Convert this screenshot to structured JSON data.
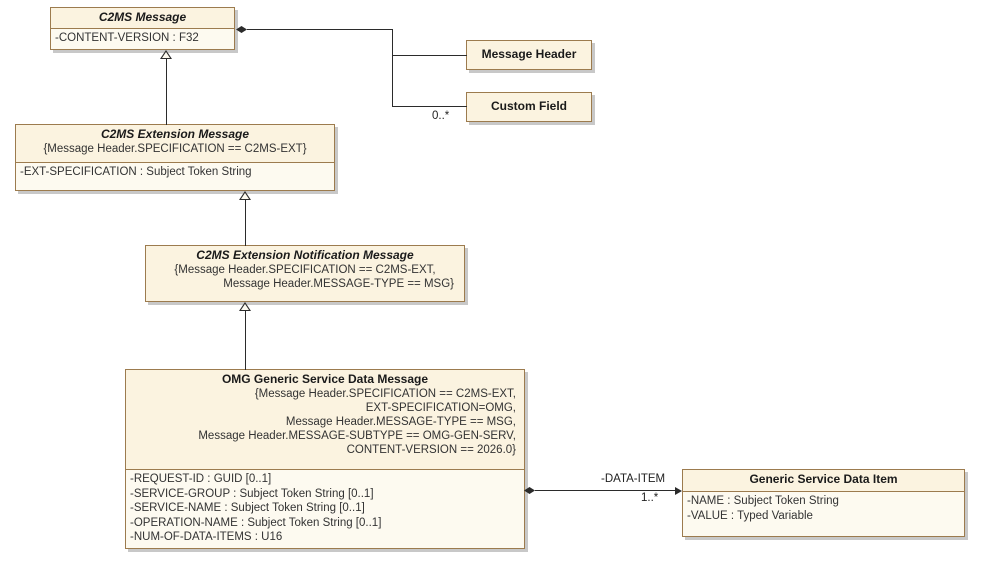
{
  "diagram": {
    "type": "uml-class-diagram",
    "title": "OMG Generic Service Data Message class diagram",
    "colors": {
      "class_border": "#9c7b4e",
      "class_header_fill": "#fbf3e0",
      "class_body_fill": "#fdfaf0",
      "shadow": "#c8c8c8",
      "connector": "#2b2b2b",
      "text": "#333333",
      "canvas": "#ffffff"
    }
  },
  "classes": {
    "c2ms_message": {
      "name": "C2MS Message",
      "abstract": true,
      "attributes": [
        "-CONTENT-VERSION : F32"
      ]
    },
    "message_header": {
      "name": "Message Header",
      "abstract": false,
      "attributes": []
    },
    "custom_field": {
      "name": "Custom Field",
      "abstract": false,
      "attributes": []
    },
    "c2ms_extension_message": {
      "name": "C2MS Extension Message",
      "abstract": true,
      "constraints": [
        "{Message Header.SPECIFICATION == C2MS-EXT}"
      ],
      "attributes": [
        "-EXT-SPECIFICATION : Subject Token String"
      ]
    },
    "c2ms_extension_notification_message": {
      "name": "C2MS Extension Notification Message",
      "abstract": true,
      "constraints": [
        "{Message Header.SPECIFICATION == C2MS-EXT,",
        "Message Header.MESSAGE-TYPE == MSG}"
      ],
      "attributes": []
    },
    "omg_generic_service_data_message": {
      "name": "OMG Generic Service Data Message",
      "abstract": false,
      "constraints": [
        "{Message Header.SPECIFICATION == C2MS-EXT,",
        "EXT-SPECIFICATION=OMG,",
        "Message Header.MESSAGE-TYPE == MSG,",
        "Message Header.MESSAGE-SUBTYPE == OMG-GEN-SERV,",
        "CONTENT-VERSION == 2026.0}"
      ],
      "attributes": [
        "-REQUEST-ID : GUID [0..1]",
        "-SERVICE-GROUP : Subject Token String [0..1]",
        "-SERVICE-NAME : Subject Token String [0..1]",
        "-OPERATION-NAME : Subject Token String [0..1]",
        "-NUM-OF-DATA-ITEMS : U16"
      ]
    },
    "generic_service_data_item": {
      "name": "Generic Service Data Item",
      "abstract": false,
      "attributes": [
        "-NAME : Subject Token String",
        "-VALUE : Typed Variable"
      ]
    }
  },
  "relationships": {
    "msg_to_header": {
      "kind": "composition",
      "source": "C2MS Message",
      "target": "Message Header",
      "multiplicity": ""
    },
    "msg_to_custom_field": {
      "kind": "composition",
      "source": "C2MS Message",
      "target": "Custom Field",
      "multiplicity": "0..*"
    },
    "ext_generalization": {
      "kind": "generalization",
      "source": "C2MS Extension Message",
      "target": "C2MS Message"
    },
    "ext_notif_generalization": {
      "kind": "generalization",
      "source": "C2MS Extension Notification Message",
      "target": "C2MS Extension Message"
    },
    "omg_generalization": {
      "kind": "generalization",
      "source": "OMG Generic Service Data Message",
      "target": "C2MS Extension Notification Message"
    },
    "omg_to_data_item": {
      "kind": "composition",
      "source": "OMG Generic Service Data Message",
      "target": "Generic Service Data Item",
      "role": "-DATA-ITEM",
      "multiplicity": "1..*"
    }
  }
}
